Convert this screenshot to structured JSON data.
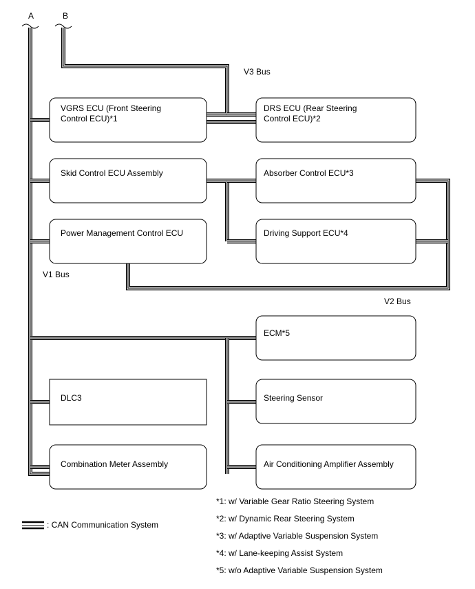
{
  "connectors": {
    "a": "A",
    "b": "B"
  },
  "buses": {
    "v1": "V1 Bus",
    "v2": "V2 Bus",
    "v3": "V3 Bus"
  },
  "ecus": {
    "vgrs_line1": "VGRS ECU (Front Steering",
    "vgrs_line2": "Control ECU)*1",
    "drs_line1": "DRS ECU (Rear Steering",
    "drs_line2": "Control ECU)*2",
    "skid": "Skid Control ECU Assembly",
    "absorber": "Absorber Control ECU*3",
    "power": "Power Management Control ECU",
    "driving": "Driving Support ECU*4",
    "ecm": "ECM*5",
    "dlc3": "DLC3",
    "steering": "Steering Sensor",
    "combination": "Combination Meter Assembly",
    "aircon": "Air Conditioning Amplifier Assembly"
  },
  "legend": {
    "label": ": CAN Communication System"
  },
  "notes": [
    "*1: w/ Variable Gear Ratio Steering System",
    "*2: w/ Dynamic Rear Steering System",
    "*3: w/ Adaptive Variable Suspension System",
    "*4: w/ Lane-keeping Assist System",
    "*5: w/o Adaptive Variable Suspension System"
  ]
}
